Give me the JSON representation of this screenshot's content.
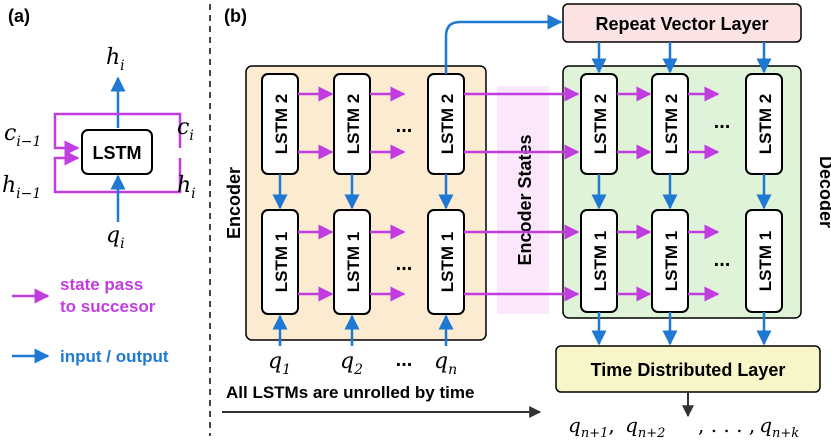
{
  "panel_a": {
    "tag": "(a)",
    "cell_label": "LSTM",
    "h_out": "h",
    "h_out_sub": "i",
    "c_prev": "c",
    "c_prev_sub": "i−1",
    "c_next": "c",
    "c_next_sub": "i",
    "h_prev": "h",
    "h_prev_sub": "i−1",
    "h_next": "h",
    "h_next_sub": "i",
    "q_in": "q",
    "q_in_sub": "i"
  },
  "legend": {
    "state_line1": "state pass",
    "state_line2": "to succesor",
    "io": "input / output"
  },
  "panel_b": {
    "tag": "(b)",
    "encoder_label": "Encoder",
    "decoder_label": "Decoder",
    "encoder_states": "Encoder States",
    "repeat_vector": "Repeat Vector Layer",
    "time_distributed": "Time Distributed Layer",
    "lstm2": "LSTM 2",
    "lstm1": "LSTM 1",
    "dots": "...",
    "inputs": [
      {
        "base": "q",
        "sub": "1"
      },
      {
        "base": "q",
        "sub": "2"
      },
      {
        "base": "q",
        "sub": "n"
      }
    ],
    "input_dots": "...",
    "unrolled_caption": "All LSTMs are unrolled by time",
    "outputs": [
      {
        "base": "q",
        "sub": "n+1"
      },
      {
        "base": "q",
        "sub": "n+2"
      },
      {
        "base": "q",
        "sub": "n+k"
      }
    ],
    "output_sep": ", . . . ,"
  },
  "colors": {
    "state_arrow": "#c13de0",
    "io_arrow": "#1f78d1",
    "encoder_bg": "#fbebd1",
    "decoder_bg": "#dff3d8",
    "states_bg": "#fbe6fb",
    "repeat_bg": "#fbe3e3",
    "timedist_bg": "#f8f6c8"
  }
}
